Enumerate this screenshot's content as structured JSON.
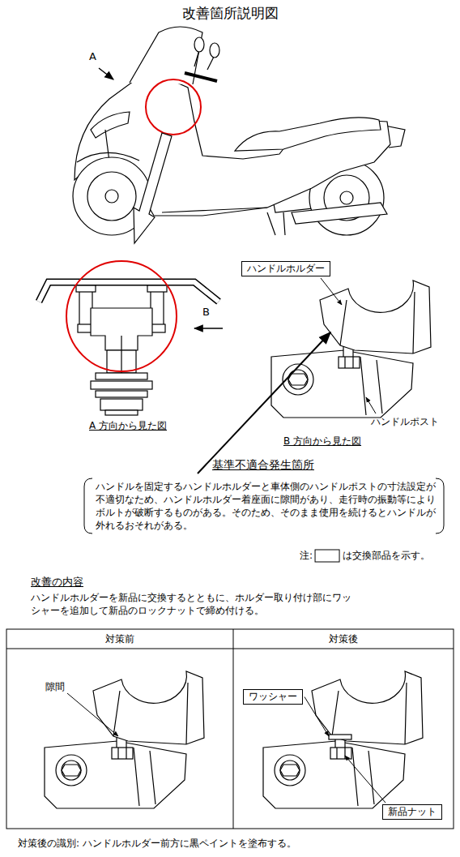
{
  "diagram": {
    "title": "改善箇所説明図",
    "nodes": [
      {
        "text": [
          "ハンドルホルダー"
        ]
      },
      {
        "text": [
          "ワッシャー"
        ]
      },
      {
        "text": [
          "新品ナット"
        ]
      }
    ],
    "labels": [
      "A",
      "B",
      "A 方向から見た図",
      "B 方向から見た図",
      "ハンドルポスト",
      "基準不適合発生箇所",
      "ハンドルを固定するハンドルホルダーと車体側のハンドルポストの寸法設定が不適切なため、ハンドルホルダー着座面に隙間があり、走行時の振動等によりボルトが破断するものがある。そのため、そのまま使用を続けるとハンドルが外れるおそれがある。",
      "注:",
      "は交換部品を示す。",
      "改善の内容",
      "ハンドルホルダーを新品に交換するとともに、ホルダー取り付け部にワッシャーを追加して新品のロックナットで締め付ける。",
      "対策前",
      "対策後",
      "隙間",
      "対策後の識別: ハンドルホルダー前方に黒ペイントを塗布する。"
    ]
  }
}
